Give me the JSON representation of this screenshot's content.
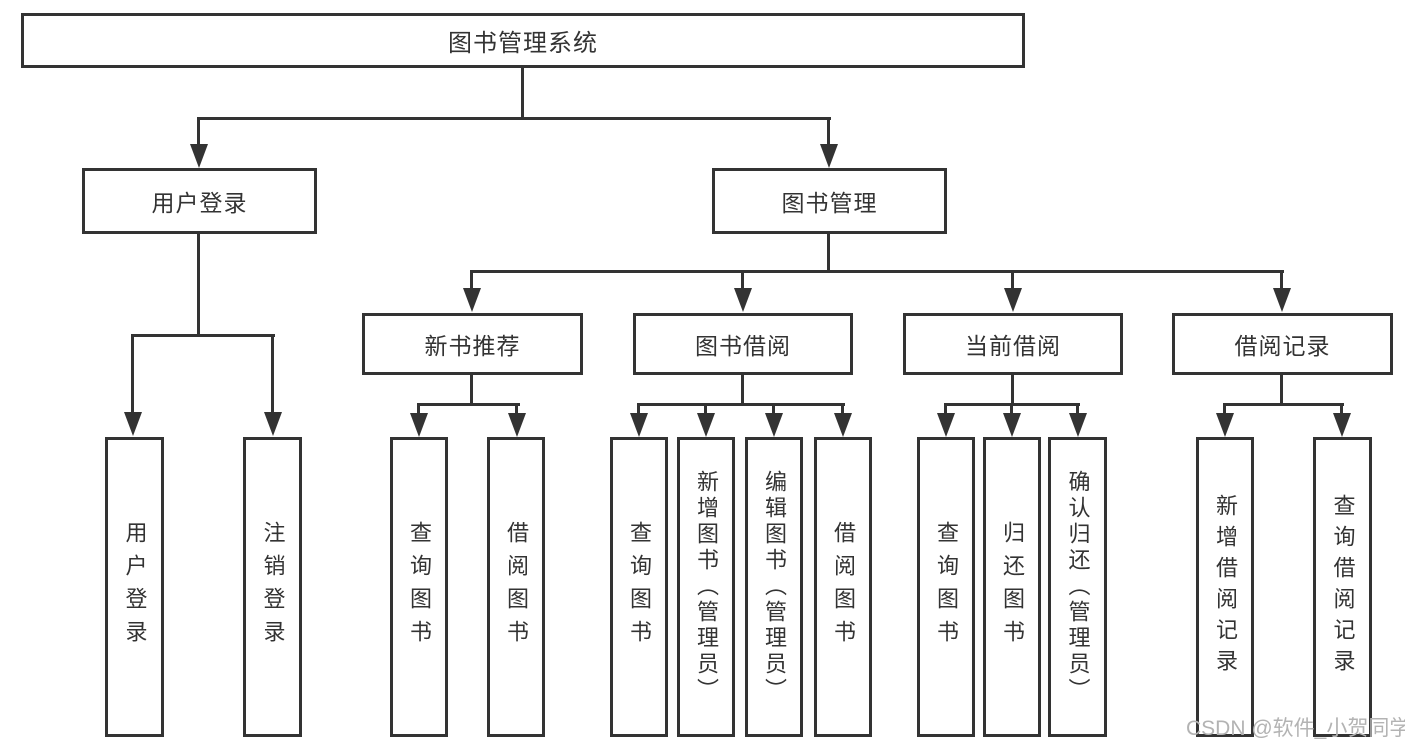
{
  "title": "图书管理系统",
  "tree": {
    "root": {
      "label": "图书管理系统",
      "children": [
        {
          "label": "用户登录",
          "children": [
            {
              "label": "用户登录"
            },
            {
              "label": "注销登录"
            }
          ]
        },
        {
          "label": "图书管理",
          "children": [
            {
              "label": "新书推荐",
              "children": [
                {
                  "label": "查询图书"
                },
                {
                  "label": "借阅图书"
                }
              ]
            },
            {
              "label": "图书借阅",
              "children": [
                {
                  "label": "查询图书"
                },
                {
                  "label": "新增图书（管理员）"
                },
                {
                  "label": "编辑图书（管理员）"
                },
                {
                  "label": "借阅图书"
                }
              ]
            },
            {
              "label": "当前借阅",
              "children": [
                {
                  "label": "查询图书"
                },
                {
                  "label": "归还图书"
                },
                {
                  "label": "确认归还（管理员）"
                }
              ]
            },
            {
              "label": "借阅记录",
              "children": [
                {
                  "label": "新增借阅记录"
                },
                {
                  "label": "查询借阅记录"
                }
              ]
            }
          ]
        }
      ]
    }
  },
  "watermark": {
    "text": "CSDN @软件_小贺同学",
    "color": "#b3b3b3"
  },
  "colors": {
    "background": "#ffffff",
    "box_border": "#333333",
    "line": "#333333",
    "text": "#333333"
  }
}
